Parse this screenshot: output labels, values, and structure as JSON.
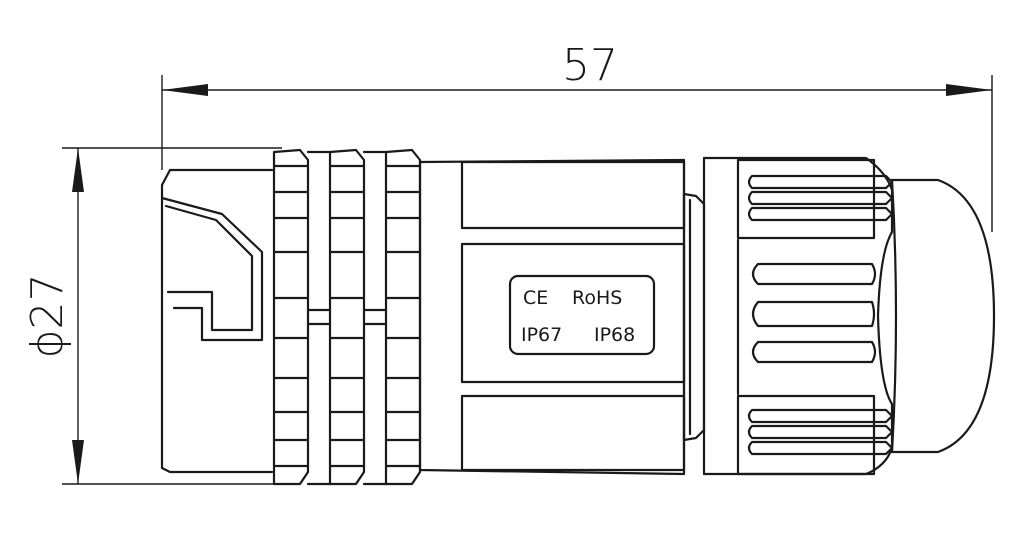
{
  "dimensions": {
    "length": "57",
    "diameter": "ϕ27"
  },
  "label_plate": {
    "line1_left": "CE",
    "line1_right": "RoHS",
    "line2_left": "IP67",
    "line2_right": "IP68"
  },
  "colors": {
    "line": "#1a1a1a",
    "background": "#ffffff"
  }
}
